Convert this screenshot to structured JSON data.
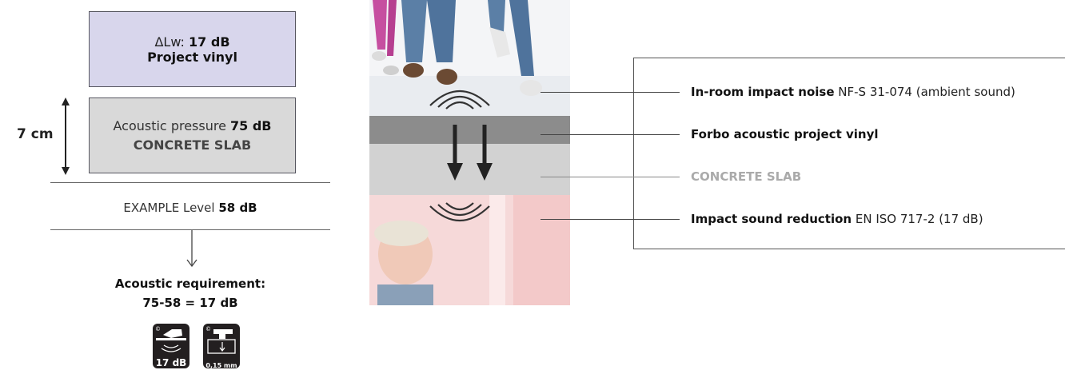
{
  "left_diagram": {
    "vinyl_box": {
      "delta_prefix": "ΔLw: ",
      "delta_value": "17 dB",
      "name": "Project vinyl"
    },
    "slab_box": {
      "pressure_label": "Acoustic pressure ",
      "pressure_value": "75 dB",
      "name": "CONCRETE SLAB"
    },
    "thickness": "7 cm",
    "example_level": {
      "label": "EXAMPLE Level ",
      "value": "58 dB"
    },
    "requirement": {
      "title": "Acoustic requirement:",
      "formula": "75-58 = 17 dB"
    },
    "badges": [
      {
        "icon": "impact-sound-foot-icon",
        "label": "17 dB"
      },
      {
        "icon": "indentation-icon",
        "label": "0,15 mm"
      }
    ]
  },
  "layers": {
    "colors": {
      "vinyl_layer": "#8c8c8c",
      "slab_layer": "#d2d2d2",
      "room_below": "#f6d9d9"
    }
  },
  "callouts": [
    {
      "bold": "In-room impact noise",
      "rest": " NF-S 31-074 (ambient sound)"
    },
    {
      "bold": "Forbo acoustic project vinyl",
      "rest": ""
    },
    {
      "bold": "CONCRETE SLAB",
      "rest": ""
    },
    {
      "bold": "Impact sound reduction",
      "rest": " EN ISO 717-2 (17 dB)"
    }
  ]
}
